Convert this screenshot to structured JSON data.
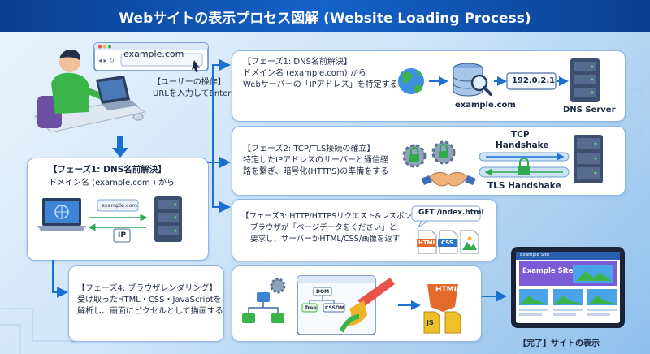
{
  "title": "Webサイトの表示プロセス図解 (Website Loading Process)",
  "user_step": {
    "browser_url": "example.com",
    "line1": "【ユーザーの操作】",
    "line2": "URLを入力してEnter"
  },
  "left_card": {
    "line1": "【フェーズ1: DNS名前解決】",
    "line2": "ドメイン名 (example.com ) から",
    "bubble": "example.com",
    "ip_label": "IP"
  },
  "phase1": {
    "line1": "【フェーズ1: DNS名前解決】",
    "line2": "ドメイン名 (example.com) から",
    "line3": "Webサーバーの「IPアドレス」を特定する",
    "domain_label": "example.com",
    "ip_value": "192.0.2.1",
    "server_label": "DNS Server"
  },
  "phase2": {
    "line1": "【フェーズ2: TCP/TLS接続の確立】",
    "line2": "特定したIPアドレスのサーバーと通信経",
    "line3": "路を繋ぎ、暗号化(HTTPS)の準備をする",
    "tcp_line1": "TCP",
    "tcp_line2": "Handshake",
    "tls_label": "TLS Handshake"
  },
  "phase3": {
    "line1": "【フェーズ3: HTTP/HTTPSリクエスト&レスポンス】",
    "line2": "ブラウザが「ページデータをください」と",
    "line3": "要求し、サーバーがHTML/CSS/画像を返す",
    "request": "GET /index.html",
    "html_label": "HTML",
    "css_label": "CSS"
  },
  "phase4": {
    "line1": "【フェーズ4: ブラウザレンダリング】",
    "line2": "受け取ったHTML・CSS・JavaScriptを",
    "line3": "解析し、画面にピクセルとして描画する",
    "dom_label": "DOM",
    "tree_label": "Tree",
    "cssom_label": "CSSOM",
    "html_label": "HTML",
    "js_label": "JS"
  },
  "final": {
    "site_small": "Example Site",
    "site_heading": "Example Site",
    "caption": "【完了】サイトの表示"
  },
  "colors": {
    "title_bar": "#0a3f8f",
    "card_border": "#8fb9e3",
    "arrow": "#1a6fd1",
    "accent_green": "#2fa84f"
  }
}
